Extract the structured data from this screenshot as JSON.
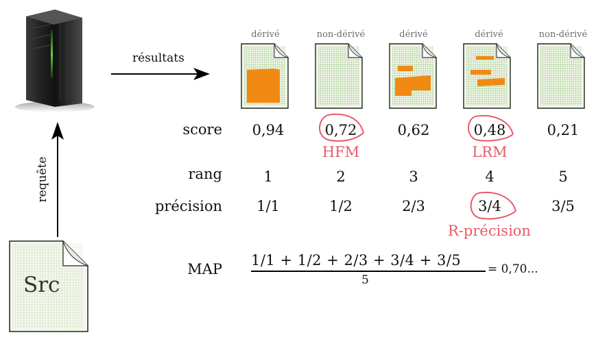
{
  "arrows": {
    "results_label": "résultats",
    "query_label": "requête"
  },
  "source_doc": {
    "label": "Src"
  },
  "documents": [
    {
      "status": "dérivé",
      "score": "0,94",
      "rank": "1",
      "precision": "1/1"
    },
    {
      "status": "non-dérivé",
      "score": "0,72",
      "rank": "2",
      "precision": "1/2"
    },
    {
      "status": "dérivé",
      "score": "0,62",
      "rank": "3",
      "precision": "2/3"
    },
    {
      "status": "dérivé",
      "score": "0,48",
      "rank": "4",
      "precision": "3/4"
    },
    {
      "status": "non-dérivé",
      "score": "0,21",
      "rank": "5",
      "precision": "3/5"
    }
  ],
  "rows": {
    "score_label": "score",
    "rank_label": "rang",
    "precision_label": "précision",
    "map_label": "MAP"
  },
  "annotations": {
    "hfm": "HFM",
    "lrm": "LRM",
    "r_precision": "R-précision"
  },
  "map_formula": {
    "numerator": "1/1 + 1/2 + 2/3 + 3/4 + 3/5",
    "denominator": "5",
    "result": "= 0,70..."
  },
  "colors": {
    "highlight_red": "#e85a66",
    "derived_orange": "#f08a12",
    "grid_green": "#8fbf7c"
  }
}
